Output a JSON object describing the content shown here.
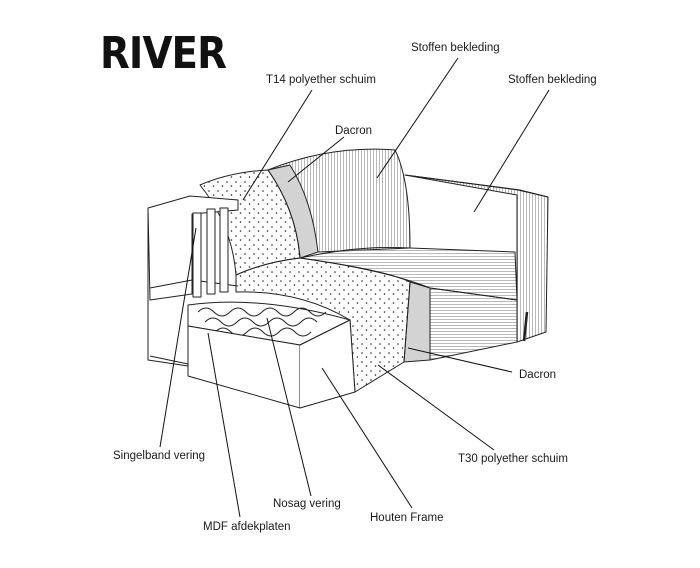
{
  "title": "RIVER",
  "labels": {
    "stoffen_bekleding_1": "Stoffen bekleding",
    "stoffen_bekleding_2": "Stoffen bekleding",
    "t14_schuim": "T14 polyether schuim",
    "dacron_top": "Dacron",
    "dacron_bottom": "Dacron",
    "t30_schuim": "T30 polyether schuim",
    "singelband_vering": "Singelband vering",
    "nosag_vering": "Nosag vering",
    "mdf_afdekplaten": "MDF afdekplaten",
    "houten_frame": "Houten Frame"
  }
}
